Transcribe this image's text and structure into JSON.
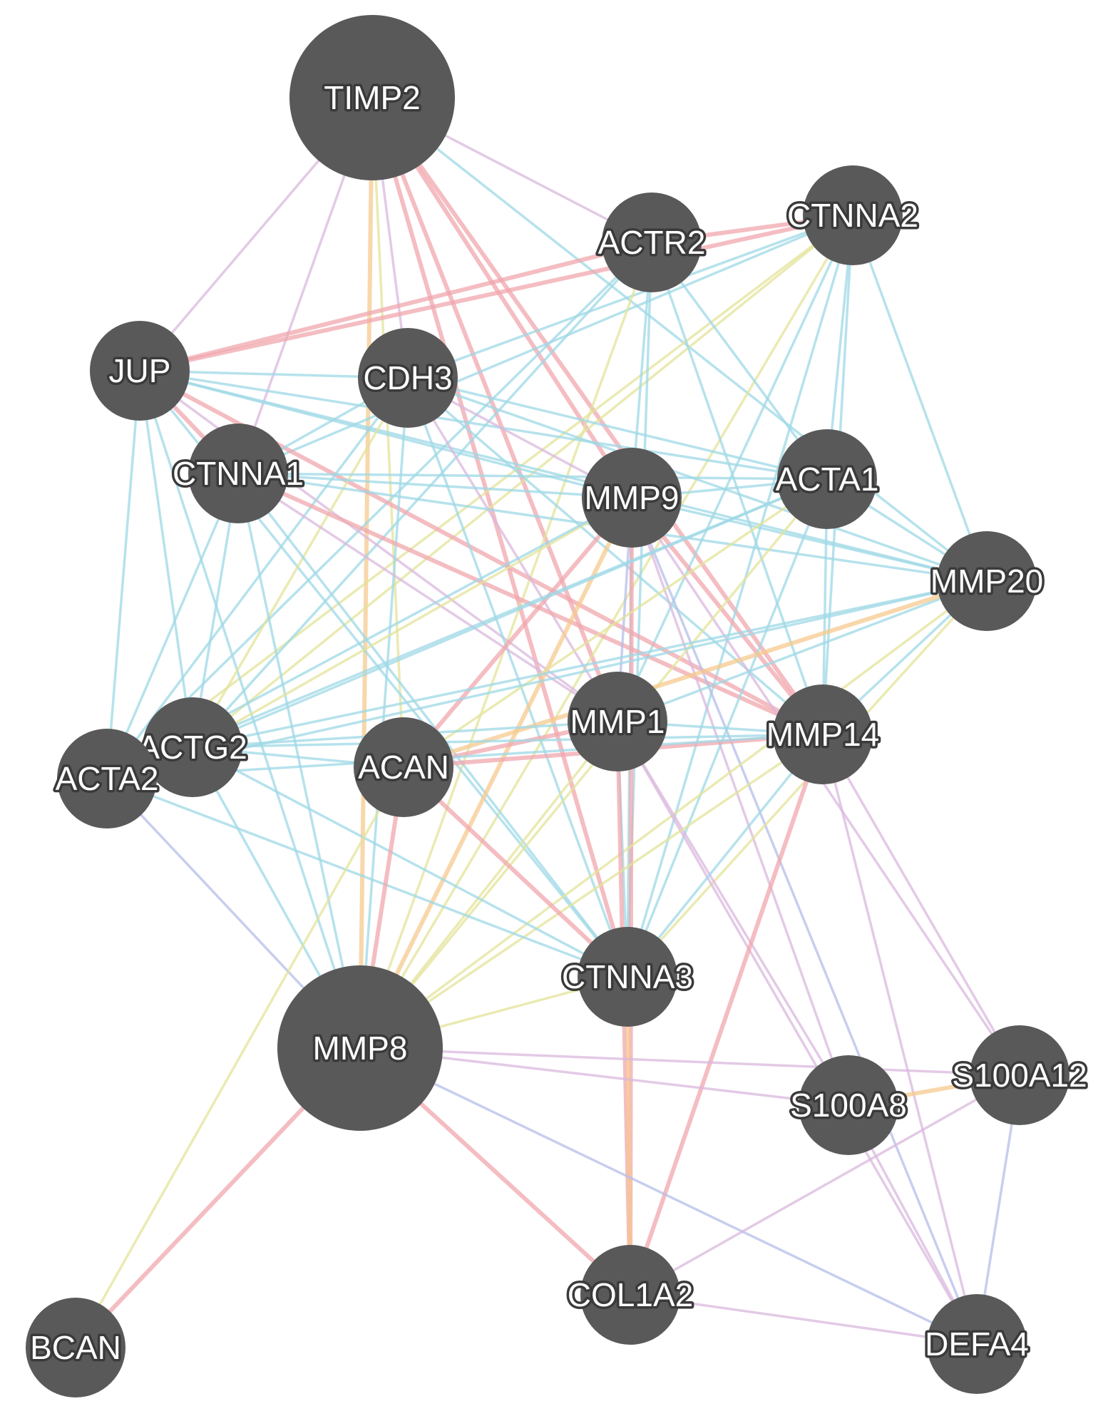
{
  "network": {
    "colors": {
      "node_fill": "#595959",
      "label": "#ffffff",
      "edge_palette": [
        "#9ed8e6",
        "#f0a7ad",
        "#d9b8dd",
        "#e3e39a",
        "#f6c98f",
        "#b6bde8"
      ]
    },
    "nodes": [
      {
        "id": "TIMP2",
        "label": "TIMP2",
        "size": "large"
      },
      {
        "id": "CTNNA2",
        "label": "CTNNA2",
        "size": "medium"
      },
      {
        "id": "ACTR2",
        "label": "ACTR2",
        "size": "medium"
      },
      {
        "id": "JUP",
        "label": "JUP",
        "size": "medium"
      },
      {
        "id": "CDH3",
        "label": "CDH3",
        "size": "medium"
      },
      {
        "id": "CTNNA1",
        "label": "CTNNA1",
        "size": "medium"
      },
      {
        "id": "MMP9",
        "label": "MMP9",
        "size": "medium"
      },
      {
        "id": "ACTA1",
        "label": "ACTA1",
        "size": "medium"
      },
      {
        "id": "MMP20",
        "label": "MMP20",
        "size": "medium"
      },
      {
        "id": "MMP1",
        "label": "MMP1",
        "size": "medium"
      },
      {
        "id": "MMP14",
        "label": "MMP14",
        "size": "medium"
      },
      {
        "id": "ACTG2",
        "label": "ACTG2",
        "size": "medium"
      },
      {
        "id": "ACTA2",
        "label": "ACTA2",
        "size": "medium"
      },
      {
        "id": "ACAN",
        "label": "ACAN",
        "size": "medium"
      },
      {
        "id": "CTNNA3",
        "label": "CTNNA3",
        "size": "medium"
      },
      {
        "id": "MMP8",
        "label": "MMP8",
        "size": "large",
        "query": true
      },
      {
        "id": "S100A12",
        "label": "S100A12",
        "size": "medium"
      },
      {
        "id": "S100A8",
        "label": "S100A8",
        "size": "medium"
      },
      {
        "id": "COL1A2",
        "label": "COL1A2",
        "size": "medium"
      },
      {
        "id": "BCAN",
        "label": "BCAN",
        "size": "medium"
      },
      {
        "id": "DEFA4",
        "label": "DEFA4",
        "size": "medium"
      }
    ],
    "edges": [
      [
        "TIMP2",
        "MMP8",
        4
      ],
      [
        "TIMP2",
        "MMP14",
        1
      ],
      [
        "TIMP2",
        "MMP9",
        1
      ],
      [
        "TIMP2",
        "MMP1",
        1
      ],
      [
        "TIMP2",
        "CTNNA1",
        2
      ],
      [
        "TIMP2",
        "JUP",
        2
      ],
      [
        "TIMP2",
        "CDH3",
        2
      ],
      [
        "TIMP2",
        "ACTR2",
        2
      ],
      [
        "TIMP2",
        "MMP20",
        0
      ],
      [
        "TIMP2",
        "CTNNA3",
        1
      ],
      [
        "TIMP2",
        "ACAN",
        3
      ],
      [
        "CTNNA2",
        "JUP",
        1
      ],
      [
        "CTNNA2",
        "ACTR2",
        1
      ],
      [
        "CTNNA2",
        "MMP20",
        0
      ],
      [
        "CTNNA2",
        "ACTA1",
        0
      ],
      [
        "CTNNA2",
        "MMP14",
        0
      ],
      [
        "CTNNA2",
        "MMP1",
        0
      ],
      [
        "CTNNA2",
        "ACTG2",
        3
      ],
      [
        "CTNNA2",
        "ACTA2",
        3
      ],
      [
        "CTNNA2",
        "MMP8",
        3
      ],
      [
        "CTNNA2",
        "CTNNA3",
        0
      ],
      [
        "CTNNA2",
        "CDH3",
        0
      ],
      [
        "CTNNA2",
        "CTNNA1",
        0
      ],
      [
        "ACTR2",
        "JUP",
        1
      ],
      [
        "ACTR2",
        "ACTG2",
        0
      ],
      [
        "ACTR2",
        "ACTA2",
        0
      ],
      [
        "ACTR2",
        "ACTA1",
        0
      ],
      [
        "ACTR2",
        "MMP8",
        3
      ],
      [
        "ACTR2",
        "CTNNA3",
        0
      ],
      [
        "ACTR2",
        "MMP9",
        0
      ],
      [
        "ACTR2",
        "MMP14",
        0
      ],
      [
        "JUP",
        "CDH3",
        0
      ],
      [
        "JUP",
        "CTNNA1",
        1
      ],
      [
        "JUP",
        "MMP9",
        0
      ],
      [
        "JUP",
        "ACTA1",
        0
      ],
      [
        "JUP",
        "MMP20",
        0
      ],
      [
        "JUP",
        "ACTA2",
        0
      ],
      [
        "JUP",
        "ACTG2",
        0
      ],
      [
        "JUP",
        "MMP14",
        1
      ],
      [
        "JUP",
        "CTNNA3",
        0
      ],
      [
        "JUP",
        "MMP8",
        0
      ],
      [
        "JUP",
        "MMP1",
        2
      ],
      [
        "CDH3",
        "CTNNA1",
        0
      ],
      [
        "CDH3",
        "MMP9",
        2
      ],
      [
        "CDH3",
        "ACTA1",
        0
      ],
      [
        "CDH3",
        "MMP20",
        0
      ],
      [
        "CDH3",
        "CTNNA3",
        0
      ],
      [
        "CDH3",
        "MMP8",
        0
      ],
      [
        "CDH3",
        "MMP14",
        0
      ],
      [
        "CDH3",
        "ACTG2",
        3
      ],
      [
        "CDH3",
        "ACTA2",
        0
      ],
      [
        "CDH3",
        "MMP1",
        2
      ],
      [
        "CTNNA1",
        "MMP9",
        0
      ],
      [
        "CTNNA1",
        "ACTA1",
        0
      ],
      [
        "CTNNA1",
        "MMP20",
        0
      ],
      [
        "CTNNA1",
        "CTNNA3",
        0
      ],
      [
        "CTNNA1",
        "MMP8",
        0
      ],
      [
        "CTNNA1",
        "ACTA2",
        0
      ],
      [
        "CTNNA1",
        "MMP14",
        1
      ],
      [
        "CTNNA1",
        "MMP1",
        2
      ],
      [
        "CTNNA1",
        "ACTG2",
        0
      ],
      [
        "MMP9",
        "ACTA1",
        0
      ],
      [
        "MMP9",
        "MMP20",
        0
      ],
      [
        "MMP9",
        "MMP1",
        5
      ],
      [
        "MMP9",
        "MMP14",
        1
      ],
      [
        "MMP9",
        "MMP8",
        4
      ],
      [
        "MMP9",
        "ACAN",
        1
      ],
      [
        "MMP9",
        "ACTG2",
        3
      ],
      [
        "MMP9",
        "ACTA2",
        0
      ],
      [
        "MMP9",
        "CTNNA3",
        0
      ],
      [
        "MMP9",
        "COL1A2",
        1
      ],
      [
        "MMP9",
        "S100A8",
        2
      ],
      [
        "MMP9",
        "S100A12",
        2
      ],
      [
        "MMP9",
        "DEFA4",
        5
      ],
      [
        "ACTA1",
        "MMP20",
        0
      ],
      [
        "ACTA1",
        "ACTG2",
        0
      ],
      [
        "ACTA1",
        "ACTA2",
        0
      ],
      [
        "ACTA1",
        "MMP8",
        3
      ],
      [
        "ACTA1",
        "MMP14",
        0
      ],
      [
        "ACTA1",
        "CTNNA3",
        0
      ],
      [
        "ACTA1",
        "ACAN",
        3
      ],
      [
        "MMP20",
        "MMP14",
        0
      ],
      [
        "MMP20",
        "MMP1",
        0
      ],
      [
        "MMP20",
        "MMP8",
        3
      ],
      [
        "MMP20",
        "ACTG2",
        0
      ],
      [
        "MMP20",
        "ACTA2",
        0
      ],
      [
        "MMP20",
        "CTNNA3",
        3
      ],
      [
        "MMP20",
        "ACAN",
        4
      ],
      [
        "MMP1",
        "MMP14",
        0
      ],
      [
        "MMP1",
        "MMP8",
        3
      ],
      [
        "MMP1",
        "ACAN",
        1
      ],
      [
        "MMP1",
        "ACTG2",
        0
      ],
      [
        "MMP1",
        "CTNNA3",
        0
      ],
      [
        "MMP1",
        "COL1A2",
        1
      ],
      [
        "MMP1",
        "S100A8",
        2
      ],
      [
        "MMP1",
        "DEFA4",
        2
      ],
      [
        "MMP14",
        "MMP8",
        3
      ],
      [
        "MMP14",
        "ACAN",
        1
      ],
      [
        "MMP14",
        "COL1A2",
        1
      ],
      [
        "MMP14",
        "DEFA4",
        2
      ],
      [
        "MMP14",
        "S100A12",
        2
      ],
      [
        "MMP14",
        "CTNNA3",
        0
      ],
      [
        "MMP14",
        "ACTG2",
        0
      ],
      [
        "MMP14",
        "ACTA2",
        0
      ],
      [
        "ACTG2",
        "ACTA2",
        0
      ],
      [
        "ACTG2",
        "MMP8",
        0
      ],
      [
        "ACTG2",
        "ACAN",
        0
      ],
      [
        "ACTG2",
        "CTNNA3",
        0
      ],
      [
        "ACTA2",
        "MMP8",
        5
      ],
      [
        "ACTA2",
        "CTNNA3",
        0
      ],
      [
        "ACAN",
        "MMP8",
        1
      ],
      [
        "ACAN",
        "BCAN",
        3
      ],
      [
        "ACAN",
        "CTNNA3",
        1
      ],
      [
        "CTNNA3",
        "MMP8",
        3
      ],
      [
        "CTNNA3",
        "COL1A2",
        4
      ],
      [
        "MMP8",
        "S100A8",
        2
      ],
      [
        "MMP8",
        "S100A12",
        2
      ],
      [
        "MMP8",
        "COL1A2",
        1
      ],
      [
        "MMP8",
        "BCAN",
        1
      ],
      [
        "MMP8",
        "DEFA4",
        5
      ],
      [
        "S100A8",
        "S100A12",
        4
      ],
      [
        "S100A8",
        "DEFA4",
        2
      ],
      [
        "S100A12",
        "DEFA4",
        5
      ],
      [
        "S100A12",
        "COL1A2",
        2
      ],
      [
        "COL1A2",
        "DEFA4",
        2
      ]
    ]
  }
}
